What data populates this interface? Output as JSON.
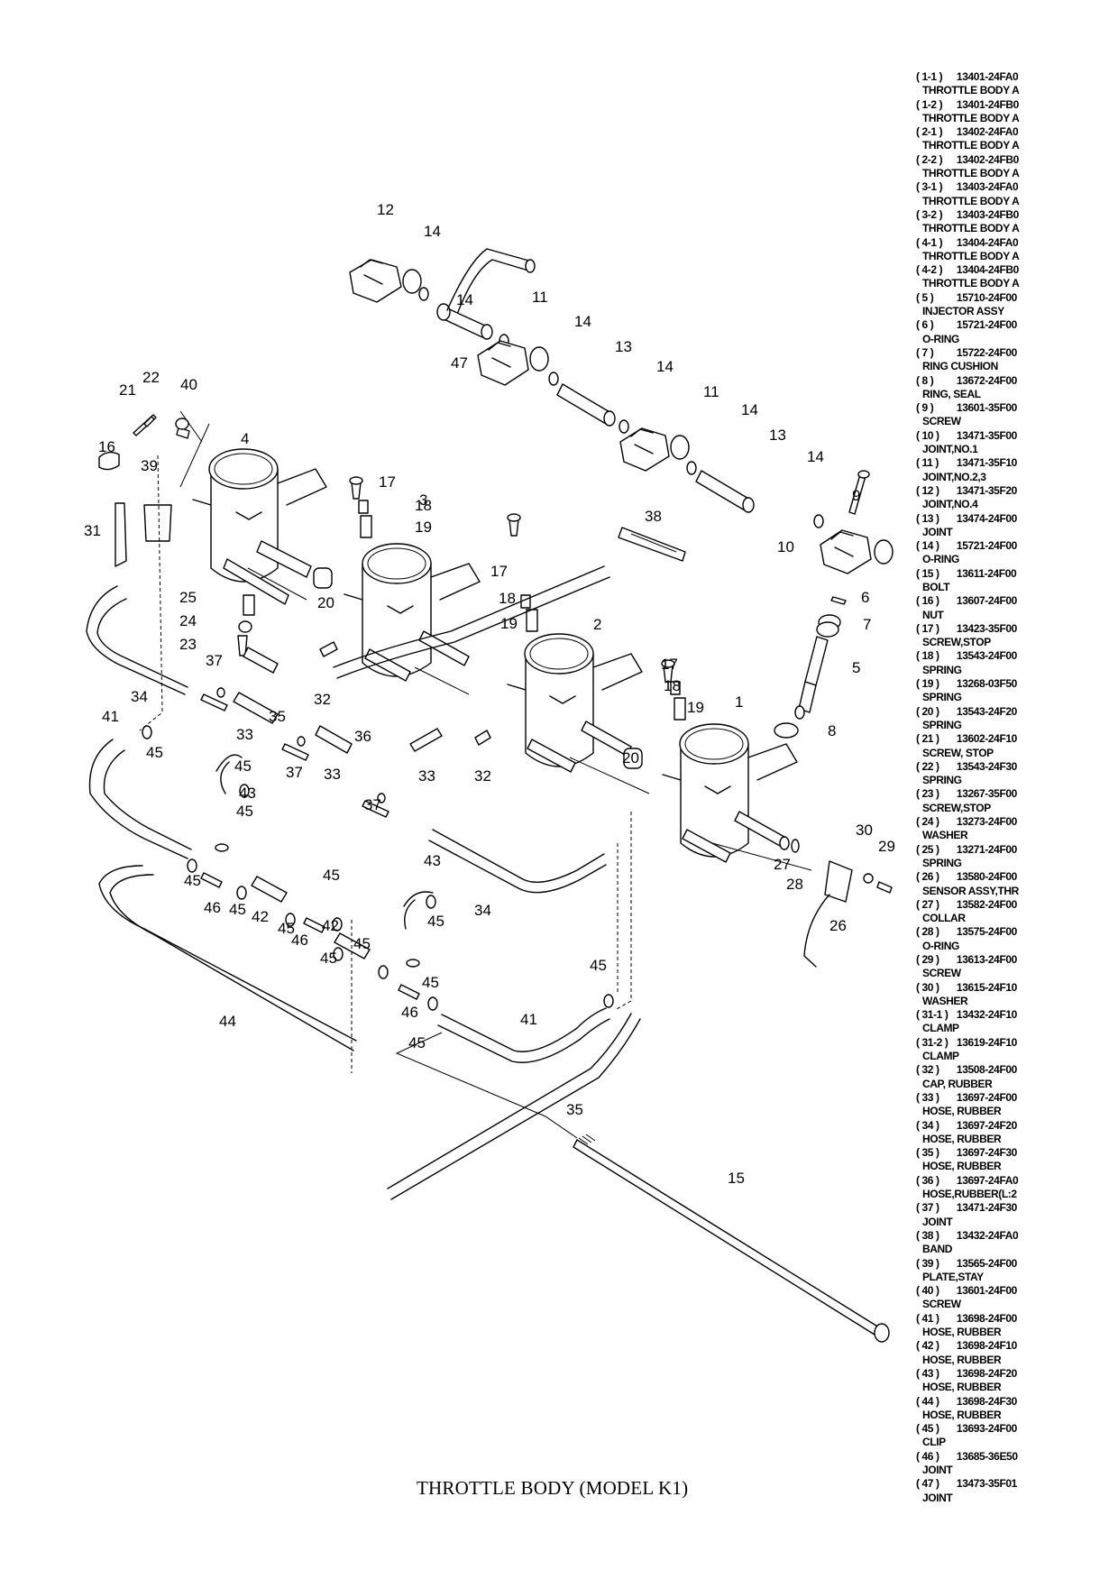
{
  "document": {
    "caption": "THROTTLE BODY (MODEL K1)"
  },
  "parts_list": [
    {
      "ref": "( 1-1 )",
      "part_no": "13401-24FA0",
      "name": "THROTTLE BODY A"
    },
    {
      "ref": "( 1-2 )",
      "part_no": "13401-24FB0",
      "name": "THROTTLE BODY A"
    },
    {
      "ref": "( 2-1 )",
      "part_no": "13402-24FA0",
      "name": "THROTTLE BODY A"
    },
    {
      "ref": "( 2-2 )",
      "part_no": "13402-24FB0",
      "name": "THROTTLE BODY A"
    },
    {
      "ref": "( 3-1 )",
      "part_no": "13403-24FA0",
      "name": "THROTTLE BODY A"
    },
    {
      "ref": "( 3-2 )",
      "part_no": "13403-24FB0",
      "name": "THROTTLE BODY A"
    },
    {
      "ref": "( 4-1 )",
      "part_no": "13404-24FA0",
      "name": "THROTTLE BODY A"
    },
    {
      "ref": "( 4-2 )",
      "part_no": "13404-24FB0",
      "name": "THROTTLE BODY A"
    },
    {
      "ref": "( 5 )",
      "part_no": "15710-24F00",
      "name": "INJECTOR ASSY"
    },
    {
      "ref": "( 6 )",
      "part_no": "15721-24F00",
      "name": "O-RING"
    },
    {
      "ref": "( 7 )",
      "part_no": "15722-24F00",
      "name": "RING CUSHION"
    },
    {
      "ref": "( 8 )",
      "part_no": "13672-24F00",
      "name": "RING, SEAL"
    },
    {
      "ref": "( 9 )",
      "part_no": "13601-35F00",
      "name": "SCREW"
    },
    {
      "ref": "( 10 )",
      "part_no": "13471-35F00",
      "name": "JOINT,NO.1"
    },
    {
      "ref": "( 11 )",
      "part_no": "13471-35F10",
      "name": "JOINT,NO.2,3"
    },
    {
      "ref": "( 12 )",
      "part_no": "13471-35F20",
      "name": "JOINT,NO.4"
    },
    {
      "ref": "( 13 )",
      "part_no": "13474-24F00",
      "name": "JOINT"
    },
    {
      "ref": "( 14 )",
      "part_no": "15721-24F00",
      "name": "O-RING"
    },
    {
      "ref": "( 15 )",
      "part_no": "13611-24F00",
      "name": "BOLT"
    },
    {
      "ref": "( 16 )",
      "part_no": "13607-24F00",
      "name": "NUT"
    },
    {
      "ref": "( 17 )",
      "part_no": "13423-35F00",
      "name": "SCREW,STOP"
    },
    {
      "ref": "( 18 )",
      "part_no": "13543-24F00",
      "name": "SPRING"
    },
    {
      "ref": "( 19 )",
      "part_no": "13268-03F50",
      "name": "SPRING"
    },
    {
      "ref": "( 20 )",
      "part_no": "13543-24F20",
      "name": "SPRING"
    },
    {
      "ref": "( 21 )",
      "part_no": "13602-24F10",
      "name": "SCREW, STOP"
    },
    {
      "ref": "( 22 )",
      "part_no": "13543-24F30",
      "name": "SPRING"
    },
    {
      "ref": "( 23 )",
      "part_no": "13267-35F00",
      "name": "SCREW,STOP"
    },
    {
      "ref": "( 24 )",
      "part_no": "13273-24F00",
      "name": "WASHER"
    },
    {
      "ref": "( 25 )",
      "part_no": "13271-24F00",
      "name": "SPRING"
    },
    {
      "ref": "( 26 )",
      "part_no": "13580-24F00",
      "name": "SENSOR ASSY,THR"
    },
    {
      "ref": "( 27 )",
      "part_no": "13582-24F00",
      "name": "COLLAR"
    },
    {
      "ref": "( 28 )",
      "part_no": "13575-24F00",
      "name": "O-RING"
    },
    {
      "ref": "( 29 )",
      "part_no": "13613-24F00",
      "name": "SCREW"
    },
    {
      "ref": "( 30 )",
      "part_no": "13615-24F10",
      "name": "WASHER"
    },
    {
      "ref": "( 31-1 )",
      "part_no": "13432-24F10",
      "name": "CLAMP"
    },
    {
      "ref": "( 31-2 )",
      "part_no": "13619-24F10",
      "name": "CLAMP"
    },
    {
      "ref": "( 32 )",
      "part_no": "13508-24F00",
      "name": "CAP, RUBBER"
    },
    {
      "ref": "( 33 )",
      "part_no": "13697-24F00",
      "name": "HOSE, RUBBER"
    },
    {
      "ref": "( 34 )",
      "part_no": "13697-24F20",
      "name": "HOSE, RUBBER"
    },
    {
      "ref": "( 35 )",
      "part_no": "13697-24F30",
      "name": "HOSE, RUBBER"
    },
    {
      "ref": "( 36 )",
      "part_no": "13697-24FA0",
      "name": "HOSE,RUBBER(L:2"
    },
    {
      "ref": "( 37 )",
      "part_no": "13471-24F30",
      "name": "JOINT"
    },
    {
      "ref": "( 38 )",
      "part_no": "13432-24FA0",
      "name": "BAND"
    },
    {
      "ref": "( 39 )",
      "part_no": "13565-24F00",
      "name": "PLATE,STAY"
    },
    {
      "ref": "( 40 )",
      "part_no": "13601-24F00",
      "name": "SCREW"
    },
    {
      "ref": "( 41 )",
      "part_no": "13698-24F00",
      "name": "HOSE, RUBBER"
    },
    {
      "ref": "( 42 )",
      "part_no": "13698-24F10",
      "name": "HOSE, RUBBER"
    },
    {
      "ref": "( 43 )",
      "part_no": "13698-24F20",
      "name": "HOSE, RUBBER"
    },
    {
      "ref": "( 44 )",
      "part_no": "13698-24F30",
      "name": "HOSE, RUBBER"
    },
    {
      "ref": "( 45 )",
      "part_no": "13693-24F00",
      "name": "CLIP"
    },
    {
      "ref": "( 46 )",
      "part_no": "13685-36E50",
      "name": "JOINT"
    },
    {
      "ref": "( 47 )",
      "part_no": "13473-35F01",
      "name": "JOINT"
    }
  ],
  "diagram": {
    "callouts": [
      "12",
      "14",
      "14",
      "11",
      "14",
      "13",
      "14",
      "11",
      "14",
      "13",
      "14",
      "9",
      "10",
      "47",
      "22",
      "21",
      "40",
      "4",
      "16",
      "39",
      "31",
      "17",
      "18",
      "19",
      "3",
      "25",
      "24",
      "23",
      "20",
      "17",
      "18",
      "19",
      "38",
      "6",
      "7",
      "5",
      "2",
      "17",
      "18",
      "19",
      "1",
      "8",
      "20",
      "37",
      "34",
      "35",
      "32",
      "36",
      "41",
      "45",
      "33",
      "37",
      "33",
      "37",
      "33",
      "32",
      "45",
      "43",
      "45",
      "30",
      "29",
      "27",
      "28",
      "26",
      "34",
      "45",
      "46",
      "45",
      "42",
      "45",
      "45",
      "46",
      "42",
      "45",
      "45",
      "43",
      "45",
      "45",
      "46",
      "45",
      "41",
      "45",
      "44",
      "35",
      "15"
    ]
  }
}
